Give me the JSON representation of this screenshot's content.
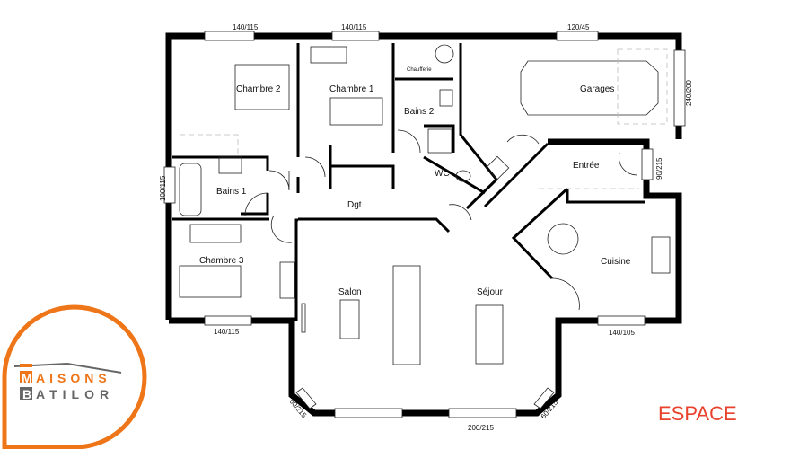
{
  "plan": {
    "rooms": {
      "chambre2": "Chambre 2",
      "chambre1": "Chambre 1",
      "chaufferie": "Chaufferie",
      "bains2": "Bains 2",
      "wc": "WC",
      "bains1": "Bains 1",
      "dgt": "Dgt",
      "chambre3": "Chambre 3",
      "salon": "Salon",
      "sejour": "Séjour",
      "garages": "Garages",
      "entree": "Entrée",
      "cuisine": "Cuisine"
    },
    "openings": {
      "top_left": "140/115",
      "top_mid": "140/115",
      "top_garage": "120/45",
      "garage_door": "240/200",
      "entry_door": "90/215",
      "left_bath": "100/115",
      "bottom_left": "140/115",
      "bottom_right": "140/105",
      "bay_left": "60/215",
      "bay_mid": "200/215",
      "bay_right": "60/215"
    }
  },
  "logo": {
    "line1": "MAISONS",
    "line2": "BATILOR",
    "color": "#ee7518"
  },
  "tag": "ESPACE",
  "tag_color": "#e8412c"
}
